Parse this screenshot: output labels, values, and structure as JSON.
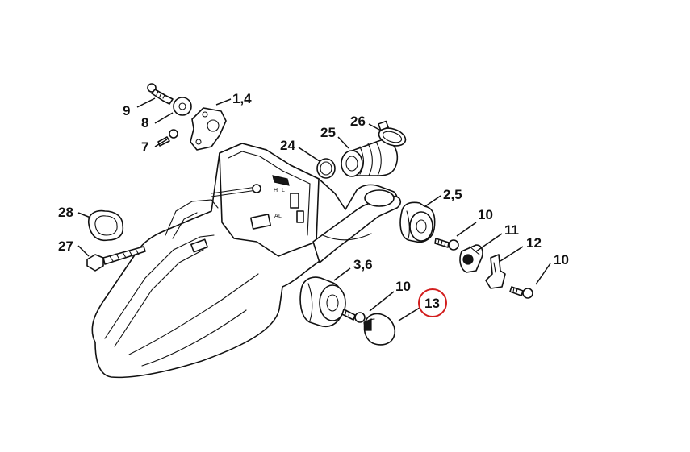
{
  "callouts": {
    "c9": "9",
    "c8": "8",
    "c7": "7",
    "c14": "1,4",
    "c26": "26",
    "c25": "25",
    "c24": "24",
    "c25b": "2,5",
    "c10a": "10",
    "c11": "11",
    "c12": "12",
    "c10b": "10",
    "c28": "28",
    "c27": "27",
    "c36": "3,6",
    "c10c": "10",
    "c13": "13"
  },
  "highlight": {
    "part": "13",
    "color": "#d21d1d"
  },
  "housing_marks": {
    "h": "H",
    "l": "L",
    "a": "A",
    "l2": "L"
  }
}
